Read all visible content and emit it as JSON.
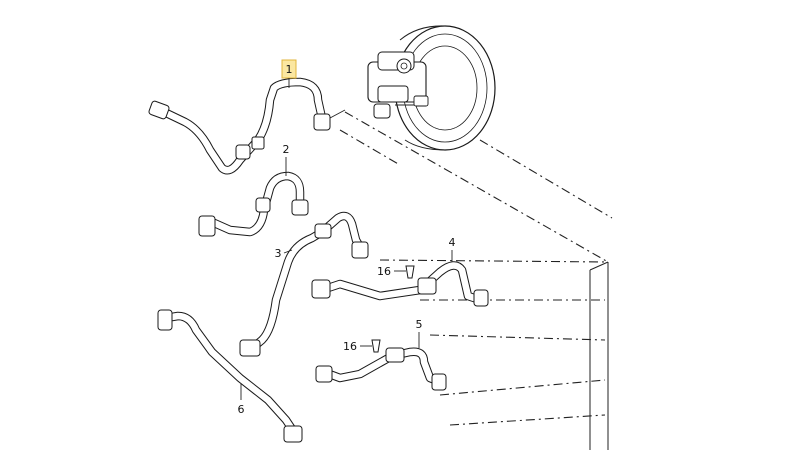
{
  "diagram": {
    "labels": [
      {
        "id": "1",
        "text": "1",
        "highlighted": true
      },
      {
        "id": "2",
        "text": "2"
      },
      {
        "id": "3",
        "text": "3"
      },
      {
        "id": "4",
        "text": "4"
      },
      {
        "id": "5",
        "text": "5"
      },
      {
        "id": "6",
        "text": "6"
      },
      {
        "id": "16a",
        "text": "16"
      },
      {
        "id": "16b",
        "text": "16"
      }
    ],
    "colors": {
      "highlight_fill": "#fbe7a1",
      "highlight_stroke": "#e0b43c",
      "line": "#1a1a1a"
    }
  }
}
